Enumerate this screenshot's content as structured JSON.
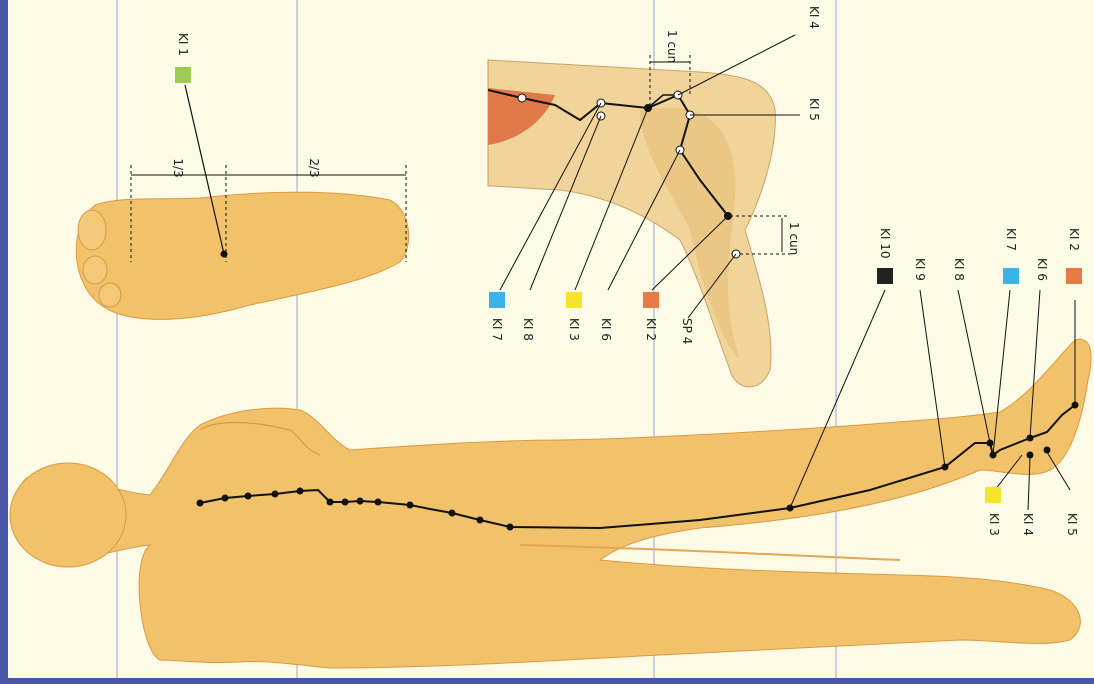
{
  "colors": {
    "frame": "#4a56a8",
    "paper": "#fdfae6",
    "skin": "#f1c26a",
    "skin_shade": "#e4a84c",
    "bone": "#efd9a0",
    "muscle": "#e0794a",
    "meridian": "#111111",
    "guide_line": "#9aa6d6"
  },
  "points": {
    "ki1": {
      "label": "KI 1",
      "swatch": "#9ccc53"
    },
    "ki2_top": {
      "label": "KI 2",
      "swatch": "#e87a45"
    },
    "ki3_top": {
      "label": "KI 3",
      "swatch": "#f5e52a"
    },
    "ki4_top": {
      "label": "KI 4"
    },
    "ki5_top": {
      "label": "KI 5"
    },
    "ki6_top": {
      "label": "KI 6"
    },
    "ki7_top": {
      "label": "KI 7",
      "swatch": "#3ab3e8"
    },
    "ki8_top": {
      "label": "KI 8"
    },
    "sp4": {
      "label": "SP 4"
    },
    "ki10": {
      "label": "KI 10",
      "swatch": "#222222"
    },
    "ki9": {
      "label": "KI 9"
    },
    "ki8": {
      "label": "KI 8"
    },
    "ki7": {
      "label": "KI 7",
      "swatch": "#3ab3e8"
    },
    "ki6": {
      "label": "KI 6"
    },
    "ki2": {
      "label": "KI 2",
      "swatch": "#e87a45"
    },
    "ki3": {
      "label": "KI 3",
      "swatch": "#f5e52a"
    },
    "ki4": {
      "label": "KI 4"
    },
    "ki5": {
      "label": "KI 5"
    }
  },
  "measures": {
    "sole_left": "1/3",
    "sole_right": "2/3",
    "top_cun": "1 cun",
    "side_cun": "1 cun"
  }
}
